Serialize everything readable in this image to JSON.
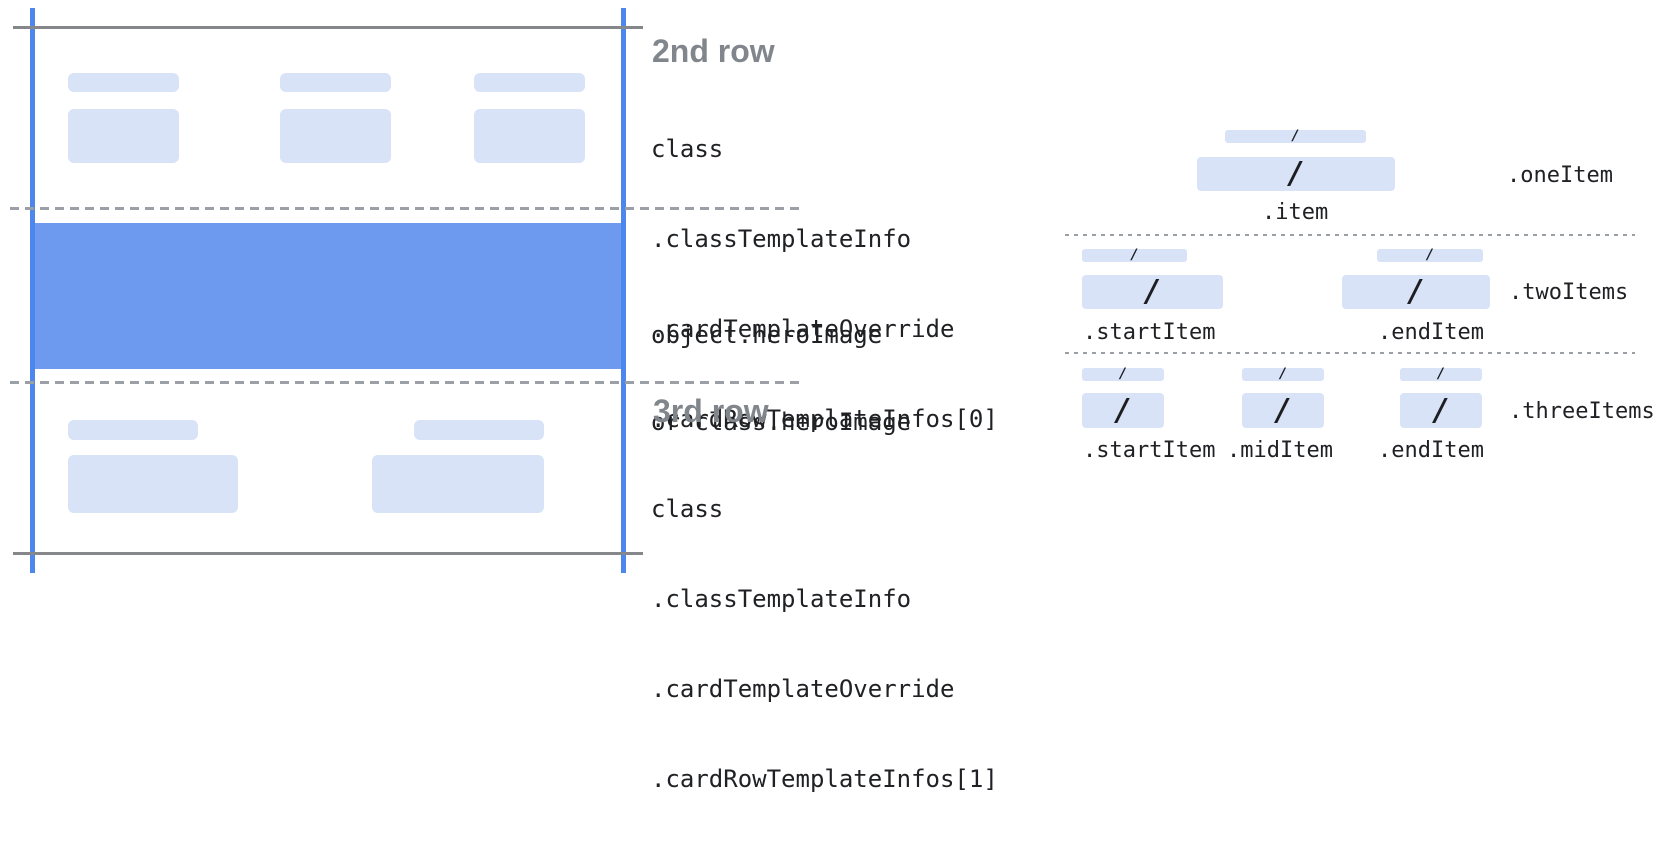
{
  "card": {
    "row2": {
      "heading": "2nd row",
      "code": [
        "class",
        ".classTemplateInfo",
        ".cardTemplateOverride",
        ".cardRowTemplateInfos[0]"
      ]
    },
    "hero": {
      "code": [
        "object.heroImage",
        "or class.heroImage"
      ]
    },
    "row3": {
      "heading": "3rd row",
      "code": [
        "class",
        ".classTemplateInfo",
        ".cardTemplateOverride",
        ".cardRowTemplateInfos[1]"
      ]
    }
  },
  "items": {
    "slash": "/",
    "one": {
      "group_label": ".oneItem",
      "item": ".item"
    },
    "two": {
      "group_label": ".twoItems",
      "start": ".startItem",
      "end": ".endItem"
    },
    "three": {
      "group_label": ".threeItems",
      "start": ".startItem",
      "mid": ".midItem",
      "end": ".endItem"
    }
  },
  "colors": {
    "guide_blue": "#4d86ec",
    "hero_blue": "#6d9aee",
    "placeholder_blue": "#d8e3f8",
    "solid_line_gray": "#85878a",
    "dashed_line_gray": "#9aa0a6",
    "heading_gray": "#80868b",
    "code_text": "#202124"
  }
}
